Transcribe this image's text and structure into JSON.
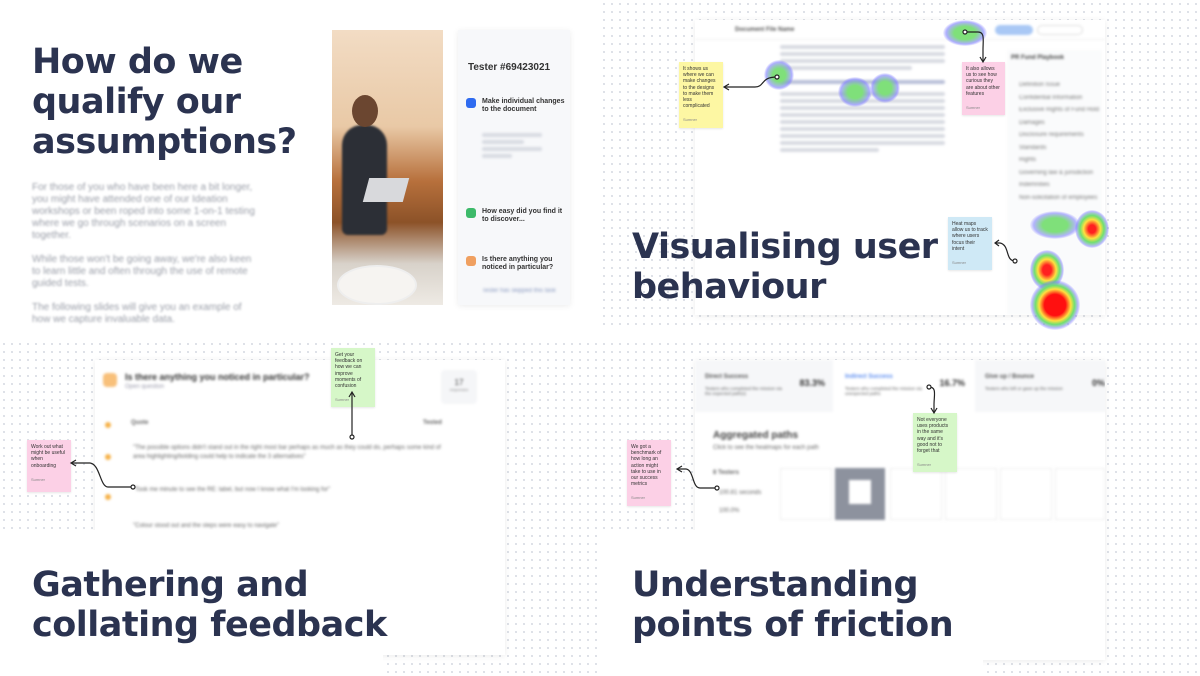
{
  "sections": {
    "qualify": {
      "title_line1": "How do we",
      "title_line2": "qualify our",
      "title_line3": "assumptions?",
      "paragraphs": [
        "For those of you who have been here a bit longer, you might have attended one of our Ideation workshops or been roped into some 1-on-1 testing where we go through scenarios on a screen together.",
        "While those won't be going away, we're also keen to learn little and often through the use of remote guided tests.",
        "The following slides will give you an example of how we capture invaluable data."
      ],
      "tester_panel": {
        "title": "Tester #69423021",
        "items": [
          "Make individual changes to the document",
          "How easy did you find it to discover...",
          "Is there anything you noticed in particular?"
        ],
        "footer": "Tester has skipped this task"
      }
    },
    "visualising": {
      "title_line1": "Visualising user",
      "title_line2": "behaviour",
      "doc_name": "Document File Name",
      "sidebar_title": "PR Fund Playbook",
      "sidebar_items": [
        "Definition Issue",
        "Confidential Information",
        "Exclusive Rights of Fund Holder",
        "Damages",
        "Disclosure requirements",
        "Standards",
        "Rights",
        "Governing law & jurisdiction",
        "Indemnities",
        "Non-solicitation of employees"
      ],
      "notes": [
        {
          "text": "It shows us where we can make changes to the designs to make them less complicated",
          "sig": "Sumner",
          "color": "yellow"
        },
        {
          "text": "It also allows us to see how curious they are about other features",
          "sig": "Sumner",
          "color": "pink"
        },
        {
          "text": "Heat maps allow us to track where users focus their intent",
          "sig": "Sumner",
          "color": "blue"
        }
      ]
    },
    "gathering": {
      "title_line1": "Gathering and",
      "title_line2": "collating feedback",
      "question": "Is there anything you noticed in particular?",
      "question_type": "Open question",
      "count": "17",
      "count_label": "responses",
      "col_quote": "Quote",
      "col_tested": "Tested",
      "quotes": [
        "\"The possible options didn't stand out in the right most bar perhaps as much as they could do, perhaps some kind of area highlighting/bolding could help to indicate the 3 alternatives\"",
        "\"Took me minute to see the RE: label, but now I know what I'm looking for\"",
        "\"Colour stood out and the steps were easy to navigate\""
      ],
      "notes": [
        {
          "text": "Get your feedback on how we can improve moments of confusion",
          "sig": "Sumner",
          "color": "green"
        },
        {
          "text": "Work out what might be useful when onboarding",
          "sig": "Sumner",
          "color": "pink"
        }
      ]
    },
    "friction": {
      "title_line1": "Understanding",
      "title_line2": "points of friction",
      "stats": [
        {
          "label": "Direct Success",
          "desc": "Testers who completed the mission via the expected path(s)",
          "value": "83.3%"
        },
        {
          "label": "Indirect Success",
          "desc": "Testers who completed the mission via unexpected paths",
          "value": "16.7%"
        },
        {
          "label": "Give up / Bounce",
          "desc": "Testers who left or gave up the mission",
          "value": "0%"
        }
      ],
      "agg_title": "Aggregated paths",
      "agg_sub": "Click to see the heatmaps for each path",
      "testers": "8 Testers",
      "avg_duration": "100.81 seconds",
      "success": "100.0%",
      "notes": [
        {
          "text": "Not everyone uses products in the same way and it's good not to forget that",
          "sig": "Sumner",
          "color": "green"
        },
        {
          "text": "We got a benchmark of how long an action might take to use in our success metrics",
          "sig": "Sumner",
          "color": "pink"
        }
      ]
    }
  },
  "colors": {
    "title": "#2b3350",
    "accent": "#2f6bf0"
  }
}
